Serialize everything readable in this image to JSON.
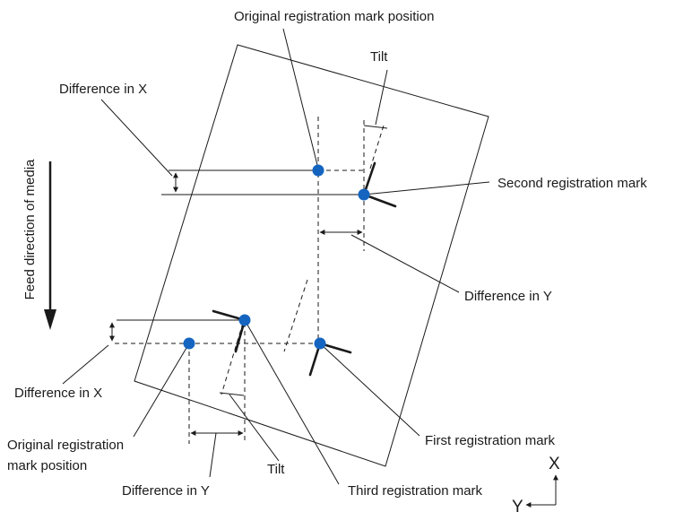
{
  "labels": {
    "original_top": "Original registration mark position",
    "tilt_top": "Tilt",
    "diff_x_top": "Difference in X",
    "second_mark": "Second registration mark",
    "diff_y_right": "Difference in Y",
    "feed_direction": "Feed direction of media",
    "diff_x_bottom": "Difference in X",
    "original_bottom_line1": "Original registration",
    "original_bottom_line2": "mark position",
    "first_mark": "First registration mark",
    "tilt_bottom": "Tilt",
    "diff_y_bottom": "Difference in Y",
    "third_mark": "Third registration mark",
    "axis_x": "X",
    "axis_y": "Y"
  },
  "colors": {
    "mark": "#1565c0",
    "line": "#1a1a1a"
  }
}
